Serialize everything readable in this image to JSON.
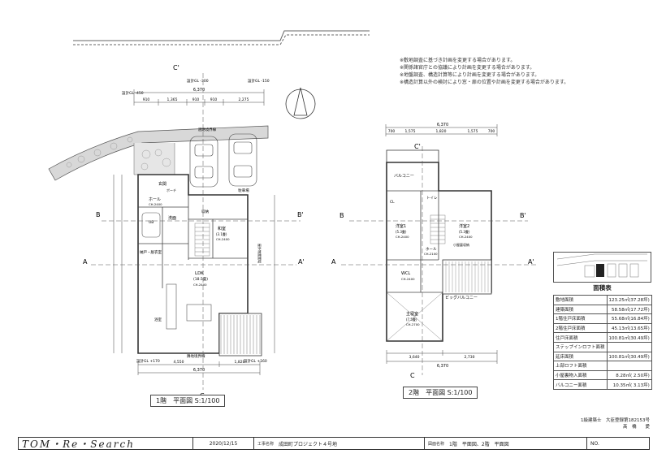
{
  "notes": [
    "※敷地調査に基づき計画を変更する場合があります。",
    "※関係諸官庁との協議により計画を変更する場合があります。",
    "※地盤調査、構造計算等により計画を変更する場合があります。",
    "※構造計算以外の検討により窓・扉の位置や計画を変更する場合があります。"
  ],
  "plan1": {
    "caption": "1階　平面図 S:1/100",
    "dim_top_total": "6,370",
    "dim_top_parts": [
      "910",
      "1,365",
      "910",
      "910",
      "2,275"
    ],
    "dim_bottom_total": "6,370",
    "dim_bottom_parts": [
      "4,550",
      "1,820"
    ],
    "gl_marks": [
      "設計GL -300",
      "設計GL -450",
      "設計GL -150",
      "設計GL +170",
      "設計GL +160"
    ],
    "rooms": [
      {
        "name": "玄関"
      },
      {
        "name": "ホール",
        "ch": "CH-2400"
      },
      {
        "name": "洗面",
        "ch": "CH-2400"
      },
      {
        "name": "浴室"
      },
      {
        "name": "和室",
        "area": "(3.1畳)",
        "ch": "CH-2400"
      },
      {
        "name": "収納"
      },
      {
        "name": "LDK",
        "area": "(18.5畳)",
        "ch": "CH-2400"
      },
      {
        "name": "納戸・脱衣室"
      }
    ],
    "labels": [
      "屋外物置置場",
      "隣地境界線",
      "駐車場",
      "道路境界線",
      "UB",
      "ポーチ"
    ]
  },
  "plan2": {
    "caption": "2階　平面図 S:1/100",
    "dim_top_total": "6,370",
    "dim_top_parts": [
      "700",
      "1,575",
      "1,820",
      "1,575",
      "700"
    ],
    "dim_bottom_total": "6,370",
    "dim_bottom_parts": [
      "3,640",
      "2,730"
    ],
    "rooms": [
      {
        "name": "洋室1",
        "area": "(5.3畳)",
        "ch": "CH-2400"
      },
      {
        "name": "洋室2",
        "area": "(5.3畳)",
        "ch": "CH-2400"
      },
      {
        "name": "主寝室",
        "area": "(7.5畳)",
        "ch": "CH-2700"
      },
      {
        "name": "WCL",
        "ch": "CH-2400"
      },
      {
        "name": "ホール",
        "ch": "CH-2100"
      },
      {
        "name": "トイレ"
      },
      {
        "name": "ビッグバルコニー"
      },
      {
        "name": "バルコニー"
      },
      {
        "name": "CL"
      },
      {
        "name": "小屋裏収納"
      }
    ]
  },
  "section_marks": [
    "A",
    "A'",
    "B",
    "B'",
    "C",
    "C'"
  ],
  "area_table": {
    "title": "面積表",
    "rows": [
      {
        "label": "敷地面積",
        "value": "123.25㎡(37.28坪)"
      },
      {
        "label": "建築面積",
        "value": "58.58㎡(17.72坪)"
      },
      {
        "label": "1階住戸床面積",
        "value": "55.68㎡(16.84坪)"
      },
      {
        "label": "2階住戸床面積",
        "value": "45.13㎡(13.65坪)"
      },
      {
        "label": "住戸床面積",
        "value": "100.81㎡(30.49坪)"
      },
      {
        "label": "ステップインロフト面積",
        "value": ""
      },
      {
        "label": "延床面積",
        "value": "100.81㎡(30.49坪)"
      },
      {
        "label": "上部ロフト面積",
        "value": ""
      },
      {
        "label": "小屋裏物入面積",
        "value": "8.28㎡( 2.50坪)"
      },
      {
        "label": "バルコニー面積",
        "value": "10.35㎡( 3.13坪)"
      }
    ]
  },
  "architect": {
    "line1": "1級建築士　大臣登録第182153号",
    "line2": "髙　橋　　愛"
  },
  "title_block": {
    "brand": "TOM・Re・Search",
    "date": "2020/12/15",
    "project_label": "工事名称",
    "project_name": "成田町プロジェクト４号地",
    "drawing_label": "図面名称",
    "drawing_name": "1階　平面図、2階　平面図",
    "no_label": "NO."
  },
  "colors": {
    "ink": "#222222",
    "wall": "#333333",
    "stone": "#777777"
  }
}
